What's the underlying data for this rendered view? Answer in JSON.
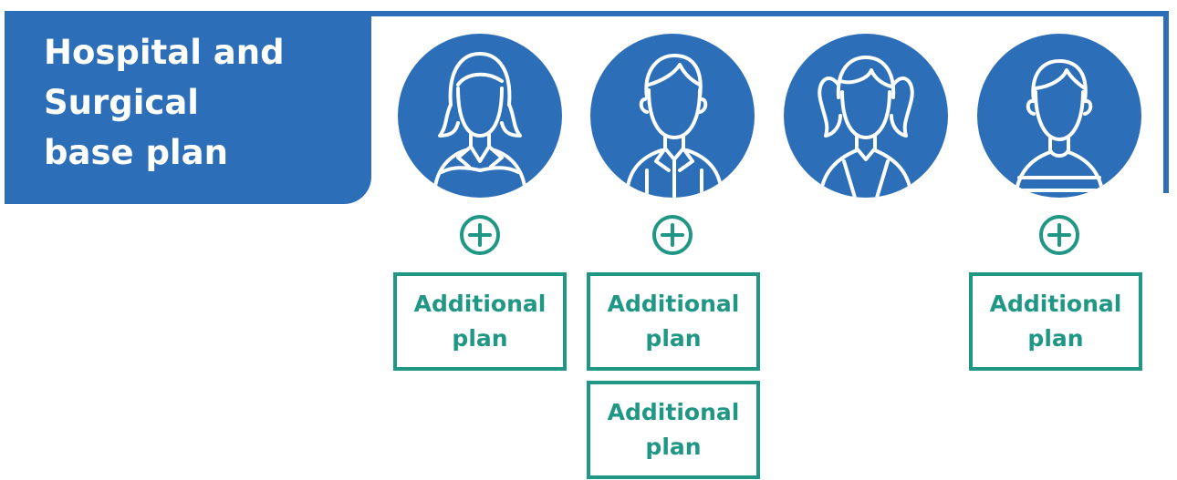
{
  "base_plan": {
    "title_lines": [
      "Hospital and",
      "Surgical",
      "base plan"
    ]
  },
  "colors": {
    "blue": "#2c6eb8",
    "teal": "#1f9784",
    "white": "#ffffff"
  },
  "members": [
    {
      "icon": "woman-avatar-icon"
    },
    {
      "icon": "man-avatar-icon"
    },
    {
      "icon": "girl-avatar-icon"
    },
    {
      "icon": "boy-avatar-icon"
    }
  ],
  "additional_plans": [
    {
      "member": 1,
      "lines": [
        "Additional",
        "plan"
      ]
    },
    {
      "member": 2,
      "lines": [
        "Additional",
        "plan"
      ]
    },
    {
      "member": 2,
      "lines": [
        "Additional",
        "plan"
      ]
    },
    {
      "member": 4,
      "lines": [
        "Additional",
        "plan"
      ]
    }
  ],
  "plus_icons": [
    {
      "member": 1,
      "icon": "plus-circle-icon"
    },
    {
      "member": 2,
      "icon": "plus-circle-icon"
    },
    {
      "member": 4,
      "icon": "plus-circle-icon"
    }
  ]
}
